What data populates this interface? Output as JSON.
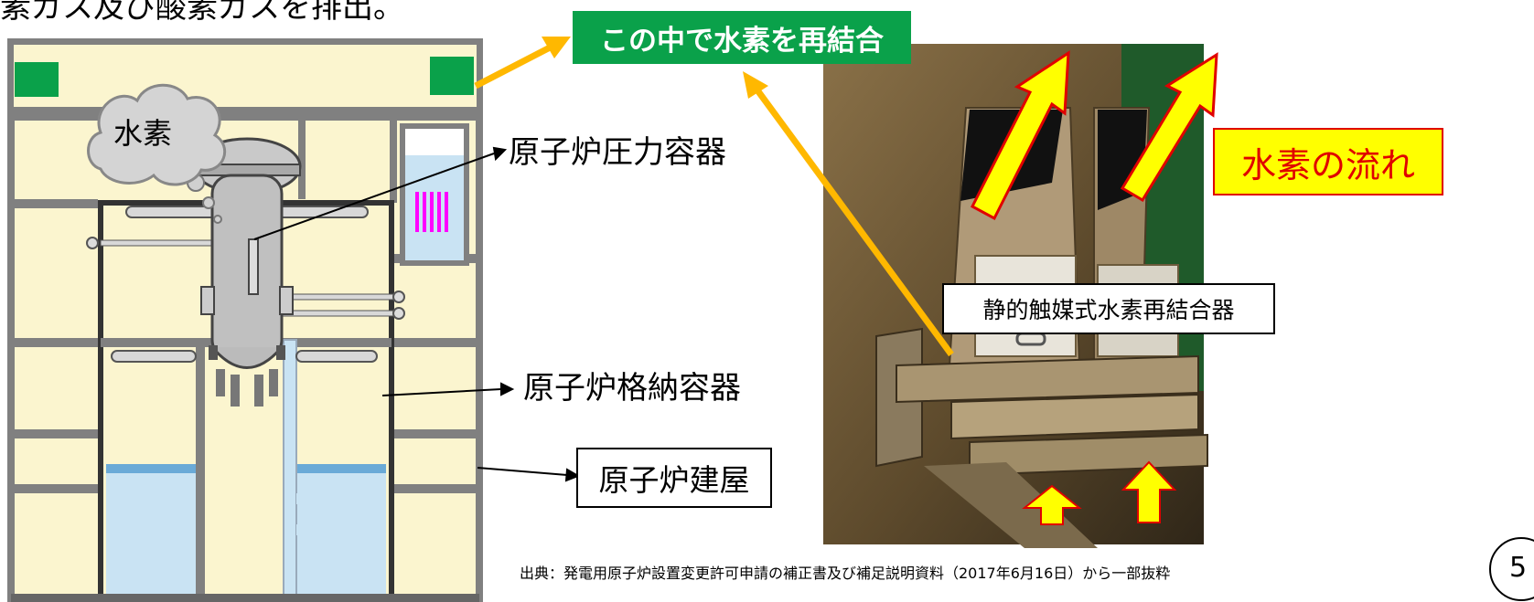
{
  "top_text_partial": "素ガス及び酸素ガスを排出。",
  "green_label": "この中で水素を再結合",
  "cloud_label": "水素",
  "labels": {
    "rpv": "原子炉圧力容器",
    "pcv": "原子炉格納容器",
    "building": "原子炉建屋",
    "par": "静的触媒式水素再結合器",
    "flow": "水素の流れ"
  },
  "source": "出典：発電用原子炉設置変更許可申請の補正書及び補足説明資料（2017年6月16日）から一部抜粋",
  "page_number": "5",
  "colors": {
    "building_fill": "#fbf5cf",
    "green": "#0aa14a",
    "arrow_orange": "#ffb800",
    "flow_yellow": "#ffff00",
    "flow_red": "#e00000",
    "water": "#c9e3f3"
  }
}
